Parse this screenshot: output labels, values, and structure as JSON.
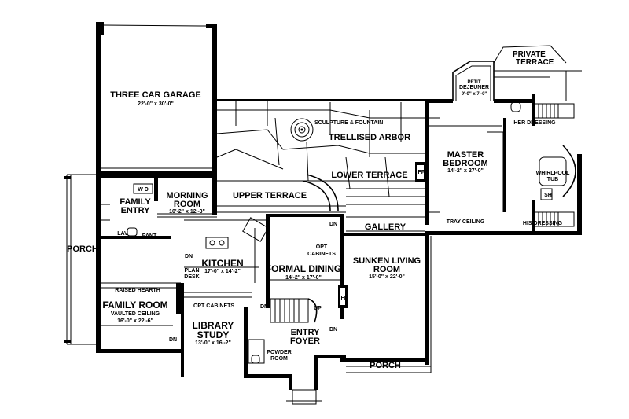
{
  "rooms": {
    "garage": {
      "name": "THREE CAR GARAGE",
      "dims": "22'-0\" x 30'-0\""
    },
    "terrace_private": {
      "line1": "PRIVATE",
      "line2": "TERRACE"
    },
    "petit_dejeuner": {
      "line1": "PETIT",
      "line2": "DEJEUNER",
      "dims": "9'-0\" x 7'-0\""
    },
    "sculpture": "SCULPTURE & FOUNTAIN",
    "trellised_arbor": "TRELLISED ARBOR",
    "lower_terrace": "LOWER TERRACE",
    "upper_terrace": "UPPER TERRACE",
    "master_bedroom": {
      "line1": "MASTER",
      "line2": "BEDROOM",
      "dims": "14'-2\" x 27'-0\""
    },
    "her_dressing": "HER DRESSING",
    "his_dressing": "HIS DRESSING",
    "whirlpool": {
      "line1": "WHIRLPOOL",
      "line2": "TUB"
    },
    "sh": "SH",
    "tray_ceiling": "TRAY CEILING",
    "family_entry": {
      "line1": "FAMILY",
      "line2": "ENTRY"
    },
    "wd": "W D",
    "lav": "LAV",
    "pant": "PANT",
    "morning_room": {
      "name": "MORNING",
      "line2": "ROOM",
      "dims": "10'-2\" x 12'-3\""
    },
    "porch_left": "PORCH",
    "kitchen": {
      "name": "KITCHEN",
      "dims": "17'-0\" x 14'-2\""
    },
    "plan_desk": {
      "line1": "PLAN",
      "line2": "DESK"
    },
    "gallery": "GALLERY",
    "opt_cabinets_dining": {
      "line1": "OPT",
      "line2": "CABINETS"
    },
    "formal_dining": {
      "name": "FORMAL DINING",
      "dims": "14'-2\" x 17'-0\""
    },
    "sunken_living": {
      "line1": "SUNKEN LIVING",
      "line2": "ROOM",
      "dims": "15'-0\" x 22'-0\""
    },
    "raised_hearth": "RAISED HEARTH",
    "family_room": {
      "name": "FAMILY ROOM",
      "line2": "VAULTED CEILING",
      "dims": "16'-0\" x 22'-6\""
    },
    "opt_cabinets_library": "OPT CABINETS",
    "library": {
      "line1": "LIBRARY",
      "line2": "STUDY",
      "dims": "13'-0\" x 16'-2\""
    },
    "entry_foyer": {
      "line1": "ENTRY",
      "line2": "FOYER"
    },
    "powder_room": {
      "line1": "POWDER",
      "line2": "ROOM"
    },
    "porch_front": "PORCH"
  },
  "labels": {
    "fp": "FP",
    "dn": "DN",
    "up": "UP"
  }
}
